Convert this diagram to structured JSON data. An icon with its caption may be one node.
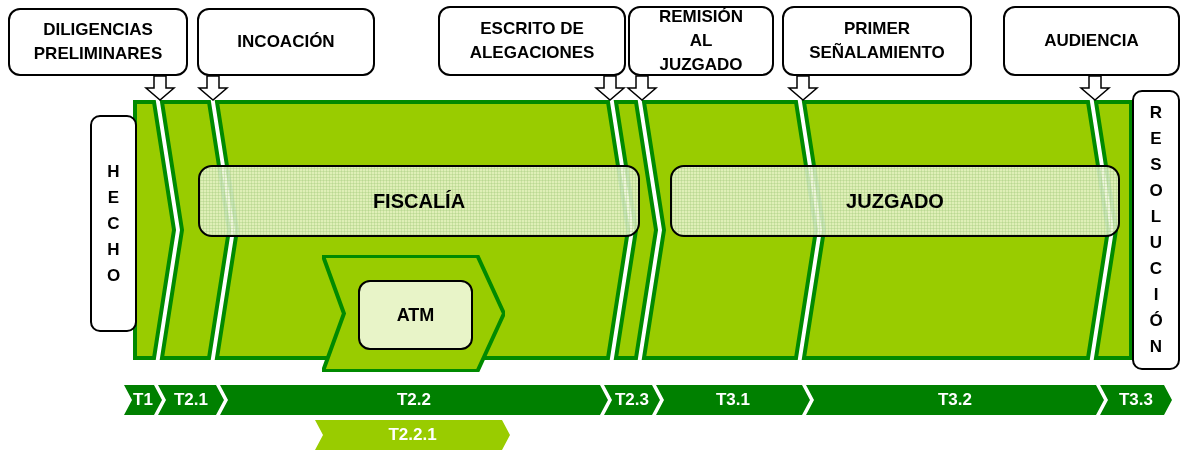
{
  "diagram": {
    "nodes": [
      {
        "text": [
          "DILIGENCIAS PRELIMINARES"
        ]
      },
      {
        "text": [
          "INCOACIÓN"
        ]
      },
      {
        "text": [
          "ESCRITO DE ALEGACIONES"
        ]
      },
      {
        "text": [
          "REMISIÓN AL JUZGADO"
        ]
      },
      {
        "text": [
          "PRIMER SEÑALAMIENTO"
        ]
      },
      {
        "text": [
          "AUDIENCIA"
        ]
      },
      {
        "text": [
          "HECHO"
        ]
      },
      {
        "text": [
          "RESOLUCIÓN"
        ]
      },
      {
        "text": [
          "FISCALÍA"
        ]
      },
      {
        "text": [
          "JUZGADO"
        ]
      },
      {
        "text": [],
        "shape": "chevron"
      },
      {
        "text": [
          "ATM"
        ],
        "in": 10
      },
      {
        "text": [
          "T1"
        ]
      },
      {
        "text": [
          "T2.1"
        ]
      },
      {
        "text": [
          "T2.2"
        ]
      },
      {
        "text": [
          "T2.3"
        ]
      },
      {
        "text": [
          "T3.1"
        ]
      },
      {
        "text": [
          "T3.2"
        ]
      },
      {
        "text": [
          "T3.3"
        ]
      },
      {
        "text": [
          "T2.2.1"
        ]
      }
    ],
    "edges": [
      {
        "from": 0,
        "to": null,
        "arrow": "to"
      },
      {
        "from": 1,
        "to": null,
        "arrow": "to"
      },
      {
        "from": 2,
        "to": null,
        "arrow": "to"
      },
      {
        "from": 3,
        "to": null,
        "arrow": "to"
      },
      {
        "from": 4,
        "to": null,
        "arrow": "to"
      },
      {
        "from": 5,
        "to": null,
        "arrow": "to"
      }
    ]
  }
}
